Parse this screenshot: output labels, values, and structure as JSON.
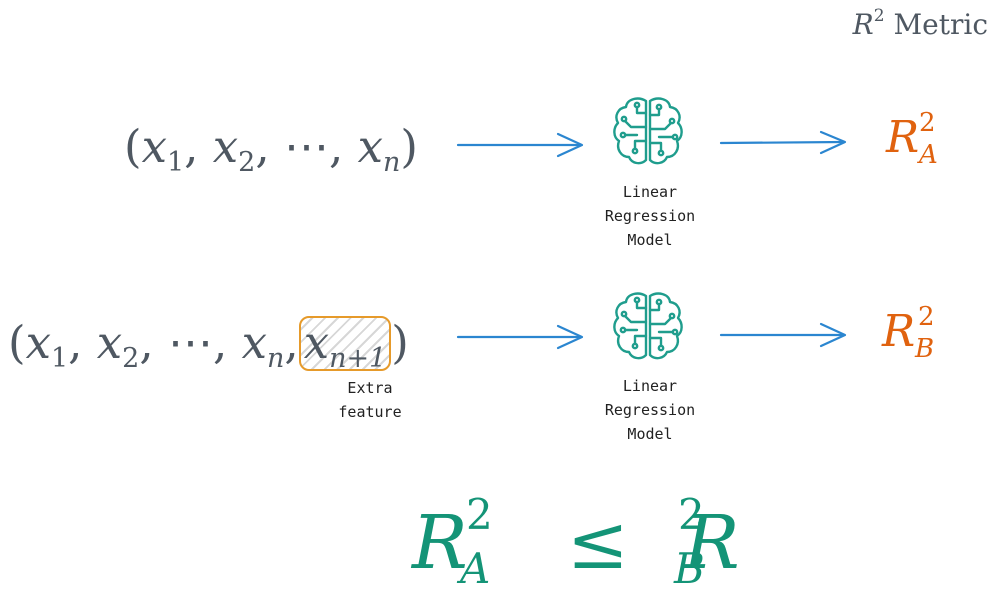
{
  "header": {
    "R": "R",
    "exp": "2",
    "metric": "Metric"
  },
  "row_a": {
    "tuple": {
      "open": "(",
      "x": "x",
      "sub1": "1",
      "sub2": "2",
      "dots": "⋯",
      "subn": "n",
      "comma": ",",
      "close": ")"
    },
    "model_label": [
      "Linear",
      "Regression",
      "Model"
    ],
    "result": {
      "R": "R",
      "exp": "2",
      "sub": "A"
    }
  },
  "row_b": {
    "tuple": {
      "open": "(",
      "x": "x",
      "sub1": "1",
      "sub2": "2",
      "dots": "⋯",
      "subn": "n",
      "subextra": "n+1",
      "comma": ",",
      "close": ")"
    },
    "extra_label": [
      "Extra",
      "feature"
    ],
    "model_label": [
      "Linear",
      "Regression",
      "Model"
    ],
    "result": {
      "R": "R",
      "exp": "2",
      "sub": "B"
    }
  },
  "inequality": {
    "R": "R",
    "exp": "2",
    "subA": "A",
    "op": "≤",
    "subB": "B"
  },
  "colors": {
    "gray_text": "#4f5862",
    "arrow": "#2b86d0",
    "brain": "#1f9d8d",
    "result": "#e0620f",
    "inequality": "#149477",
    "extra_box_border": "#e69a2a"
  },
  "icons": [
    "brain-icon",
    "arrow-right-icon"
  ]
}
